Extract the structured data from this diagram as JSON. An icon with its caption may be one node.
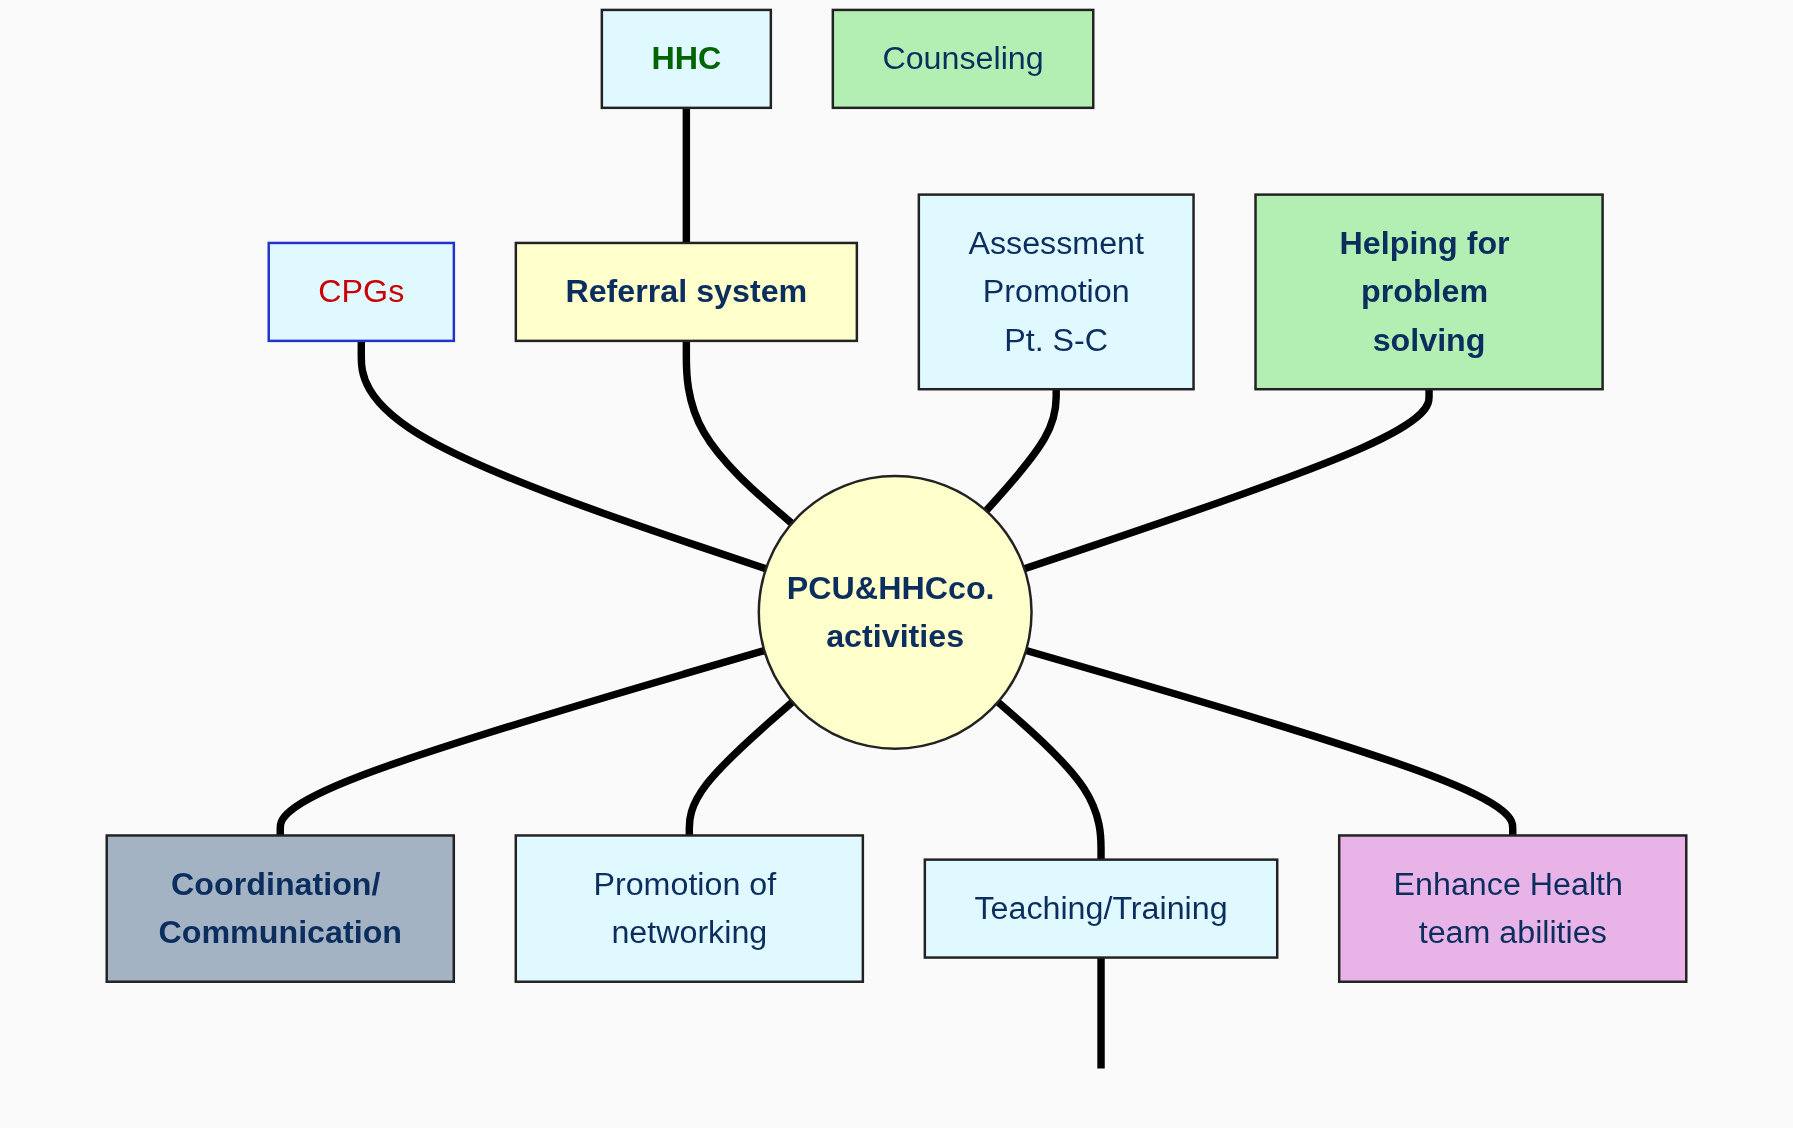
{
  "diagram": {
    "nodes": [
      {
        "text": [
          "CPGs"
        ]
      },
      {
        "text": [
          "HHC"
        ]
      },
      {
        "text": [
          "Referral system"
        ]
      },
      {
        "text": [
          "Assessment",
          "Promotion",
          "Pt. S-C"
        ]
      },
      {
        "text": [
          "Counseling"
        ]
      },
      {
        "text": [
          "Helping for problem solving"
        ]
      },
      {
        "text": [
          "PCU&HHCco. activities"
        ]
      },
      {
        "text": [
          "Coordination/ Communication"
        ]
      },
      {
        "text": [
          "Promotion of networking"
        ]
      },
      {
        "text": [
          "Teaching/Training"
        ]
      },
      {
        "text": [
          "Enhance Health team abilities"
        ]
      }
    ],
    "edges": [
      {
        "from": 0,
        "to": 6,
        "arrow": "none"
      },
      {
        "from": 1,
        "to": 2,
        "arrow": "none"
      },
      {
        "from": 2,
        "to": 6,
        "arrow": "none"
      },
      {
        "from": 3,
        "to": 6,
        "arrow": "none"
      },
      {
        "from": 6,
        "to": 7,
        "arrow": "none"
      },
      {
        "from": 6,
        "to": 10,
        "arrow": "none"
      },
      {
        "from": 6,
        "to": 9,
        "arrow": "none"
      },
      {
        "from": 6,
        "to": 8,
        "arrow": "none"
      },
      {
        "from": 5,
        "to": 6,
        "arrow": "none"
      },
      {
        "from": 9,
        "to": null,
        "arrow": "none"
      }
    ]
  }
}
